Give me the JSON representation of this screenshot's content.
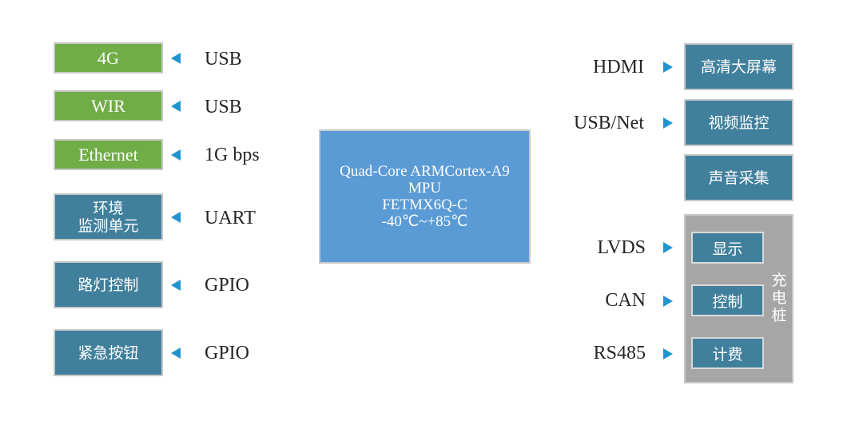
{
  "left": [
    {
      "box": "4G",
      "iface": "USB"
    },
    {
      "box": "WIR",
      "iface": "USB"
    },
    {
      "box": "Ethernet",
      "iface": "1G bps"
    },
    {
      "box_line1": "环境",
      "box_line2": "监测单元",
      "iface": "UART"
    },
    {
      "box": "路灯控制",
      "iface": "GPIO"
    },
    {
      "box": "紧急按钮",
      "iface": "GPIO"
    }
  ],
  "mpu": {
    "line1": "Quad-Core ARMCortex-A9",
    "line2": "MPU",
    "line3": "FETMX6Q-C",
    "line4": "-40℃~+85℃"
  },
  "right": [
    {
      "iface": "HDMI",
      "box": "高清大屏幕"
    },
    {
      "iface": "USB/Net",
      "box": "视频监控"
    },
    {
      "box": "声音采集"
    }
  ],
  "charging_pile": {
    "title_chars": [
      "充",
      "电",
      "桩"
    ],
    "items": [
      {
        "iface": "LVDS",
        "box": "显示"
      },
      {
        "iface": "CAN",
        "box": "控制"
      },
      {
        "iface": "RS485",
        "box": "计费"
      }
    ]
  },
  "colors": {
    "green": "#70ad47",
    "teal": "#41809d",
    "mpu_blue": "#5b9bd5",
    "arrow_blue": "#1f94cf",
    "pile_gray": "#a6a6a6"
  }
}
